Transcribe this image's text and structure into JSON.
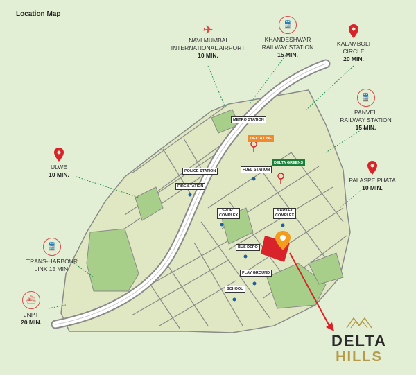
{
  "map": {
    "title": "Location Map",
    "destinations": [
      {
        "id": "airport",
        "name": "NAVI MUMBAI\nINTERNATIONAL AIRPORT",
        "time": "10 MIN.",
        "icon": "airplane-icon"
      },
      {
        "id": "khandeshwar",
        "name": "KHANDESHWAR\nRAILWAY STATION",
        "time": "15 MIN.",
        "icon": "train-icon"
      },
      {
        "id": "kalamboli",
        "name": "KALAMBOLI\nCIRCLE",
        "time": "20 MIN.",
        "icon": "map-pin-icon"
      },
      {
        "id": "panvel",
        "name": "PANVEL\nRAILWAY STATION",
        "time": "15 MIN.",
        "icon": "train-icon"
      },
      {
        "id": "palaspe",
        "name": "PALASPE PHATA",
        "time": "10 MIN.",
        "icon": "map-pin-icon"
      },
      {
        "id": "ulwe",
        "name": "ULWE",
        "time": "10 MIN.",
        "icon": "map-pin-icon"
      },
      {
        "id": "transharbour",
        "name": "TRANS-HARBOUR\nLINK 15 MIN.",
        "time": "",
        "icon": "train-icon"
      },
      {
        "id": "jnpt",
        "name": "JNPT",
        "time": "20 MIN.",
        "icon": "ship-icon"
      }
    ],
    "labels": {
      "metro_station": "METRO STATION",
      "delta_one": "DELTA ONE",
      "delta_greens": "DELTA GREENS",
      "police_station": "POLICE STATION",
      "fuel_station": "FUEL STATION",
      "fire_station": "FIRE STATION",
      "sport_complex": "SPORT\nCOMPLEX",
      "market_complex": "MARKET\nCOMPLEX",
      "bus_depo": "BUS DEPO",
      "play_ground": "PLAY GROUND",
      "school": "SCHOOL"
    },
    "logo": {
      "line1": "DELTA",
      "line2": "HILLS"
    },
    "colors": {
      "background": "#e3efd5",
      "road": "#ffffff",
      "block": "#dfe8c2",
      "park": "#a8cf8a",
      "accent_red": "#d8232a",
      "pin_orange": "#f39c1f",
      "logo_gold": "#b59a4a"
    }
  }
}
